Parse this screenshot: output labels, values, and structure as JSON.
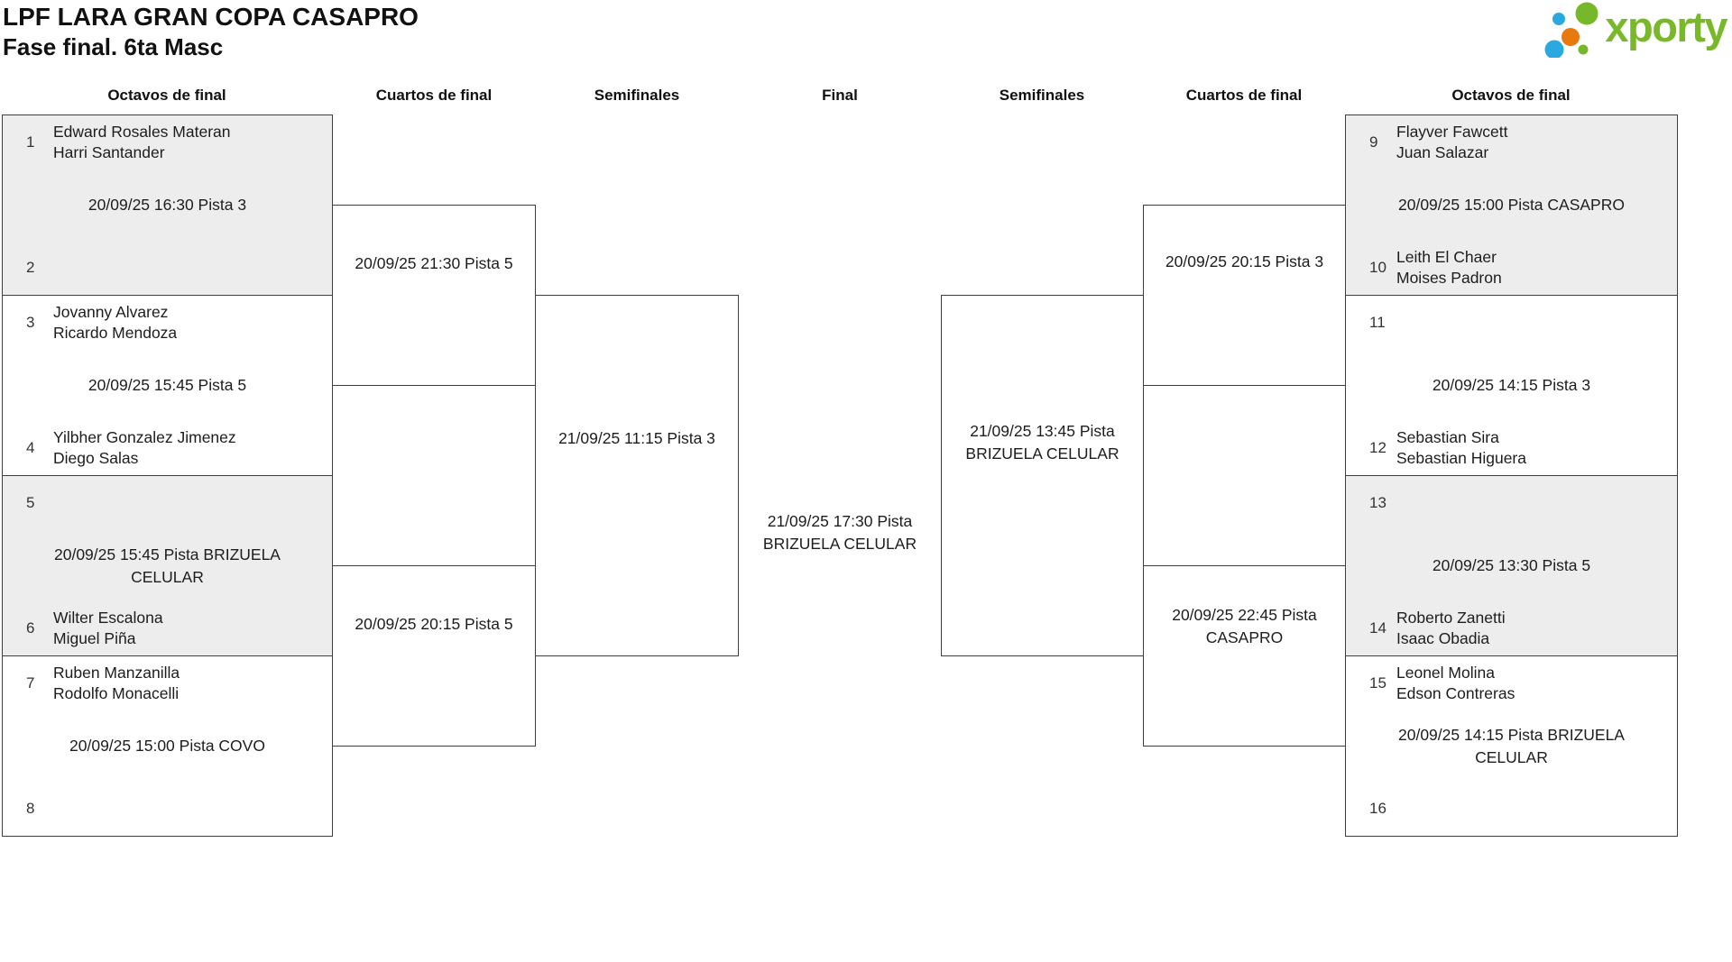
{
  "header": {
    "title": "LPF LARA GRAN COPA CASAPRO",
    "subtitle": "Fase final. 6ta Masc",
    "logo_text": "xporty"
  },
  "round_headers": [
    "Octavos de final",
    "Cuartos de final",
    "Semifinales",
    "Final",
    "Semifinales",
    "Cuartos de final",
    "Octavos de final"
  ],
  "colors": {
    "logo_green": "#76b82a",
    "logo_blue": "#2aa9e0",
    "logo_orange": "#e8790e",
    "shaded_match_bg": "#ededed",
    "border": "#3e3e3e"
  },
  "matches": {
    "octavos_left": [
      {
        "seed_top": "1",
        "team_top": [
          "Edward Rosales Materan",
          "Harri Santander"
        ],
        "date": "20/09/25 16:30 Pista 3",
        "seed_bottom": "2",
        "team_bottom": []
      },
      {
        "seed_top": "3",
        "team_top": [
          "Jovanny Alvarez",
          "Ricardo Mendoza"
        ],
        "date": "20/09/25 15:45 Pista 5",
        "seed_bottom": "4",
        "team_bottom": [
          "Yilbher Gonzalez Jimenez",
          "Diego Salas"
        ]
      },
      {
        "seed_top": "5",
        "team_top": [],
        "date": "20/09/25 15:45 Pista BRIZUELA CELULAR",
        "seed_bottom": "6",
        "team_bottom": [
          "Wilter Escalona",
          "Miguel Piña"
        ]
      },
      {
        "seed_top": "7",
        "team_top": [
          "Ruben Manzanilla",
          "Rodolfo Monacelli"
        ],
        "date": "20/09/25 15:00 Pista COVO",
        "seed_bottom": "8",
        "team_bottom": []
      }
    ],
    "cuartos_left": [
      {
        "date": "20/09/25 21:30 Pista 5"
      },
      {
        "date": "20/09/25 20:15 Pista 5"
      }
    ],
    "semifinal_left": {
      "date": "21/09/25 11:15 Pista 3"
    },
    "final": {
      "date": "21/09/25 17:30 Pista BRIZUELA CELULAR"
    },
    "semifinal_right": {
      "date": "21/09/25 13:45 Pista BRIZUELA CELULAR"
    },
    "cuartos_right": [
      {
        "date": "20/09/25 20:15 Pista 3"
      },
      {
        "date": "20/09/25 22:45 Pista CASAPRO"
      }
    ],
    "octavos_right": [
      {
        "seed_top": "9",
        "team_top": [
          "Flayver Fawcett",
          "Juan Salazar"
        ],
        "date": "20/09/25 15:00 Pista CASAPRO",
        "seed_bottom": "10",
        "team_bottom": [
          "Leith El Chaer",
          "Moises Padron"
        ]
      },
      {
        "seed_top": "11",
        "team_top": [],
        "date": "20/09/25 14:15 Pista 3",
        "seed_bottom": "12",
        "team_bottom": [
          "Sebastian Sira",
          "Sebastian Higuera"
        ]
      },
      {
        "seed_top": "13",
        "team_top": [],
        "date": "20/09/25 13:30 Pista 5",
        "seed_bottom": "14",
        "team_bottom": [
          "Roberto Zanetti",
          "Isaac Obadia"
        ]
      },
      {
        "seed_top": "15",
        "team_top": [
          "Leonel Molina",
          "Edson Contreras"
        ],
        "date": "20/09/25 14:15 Pista BRIZUELA CELULAR",
        "seed_bottom": "16",
        "team_bottom": []
      }
    ]
  }
}
